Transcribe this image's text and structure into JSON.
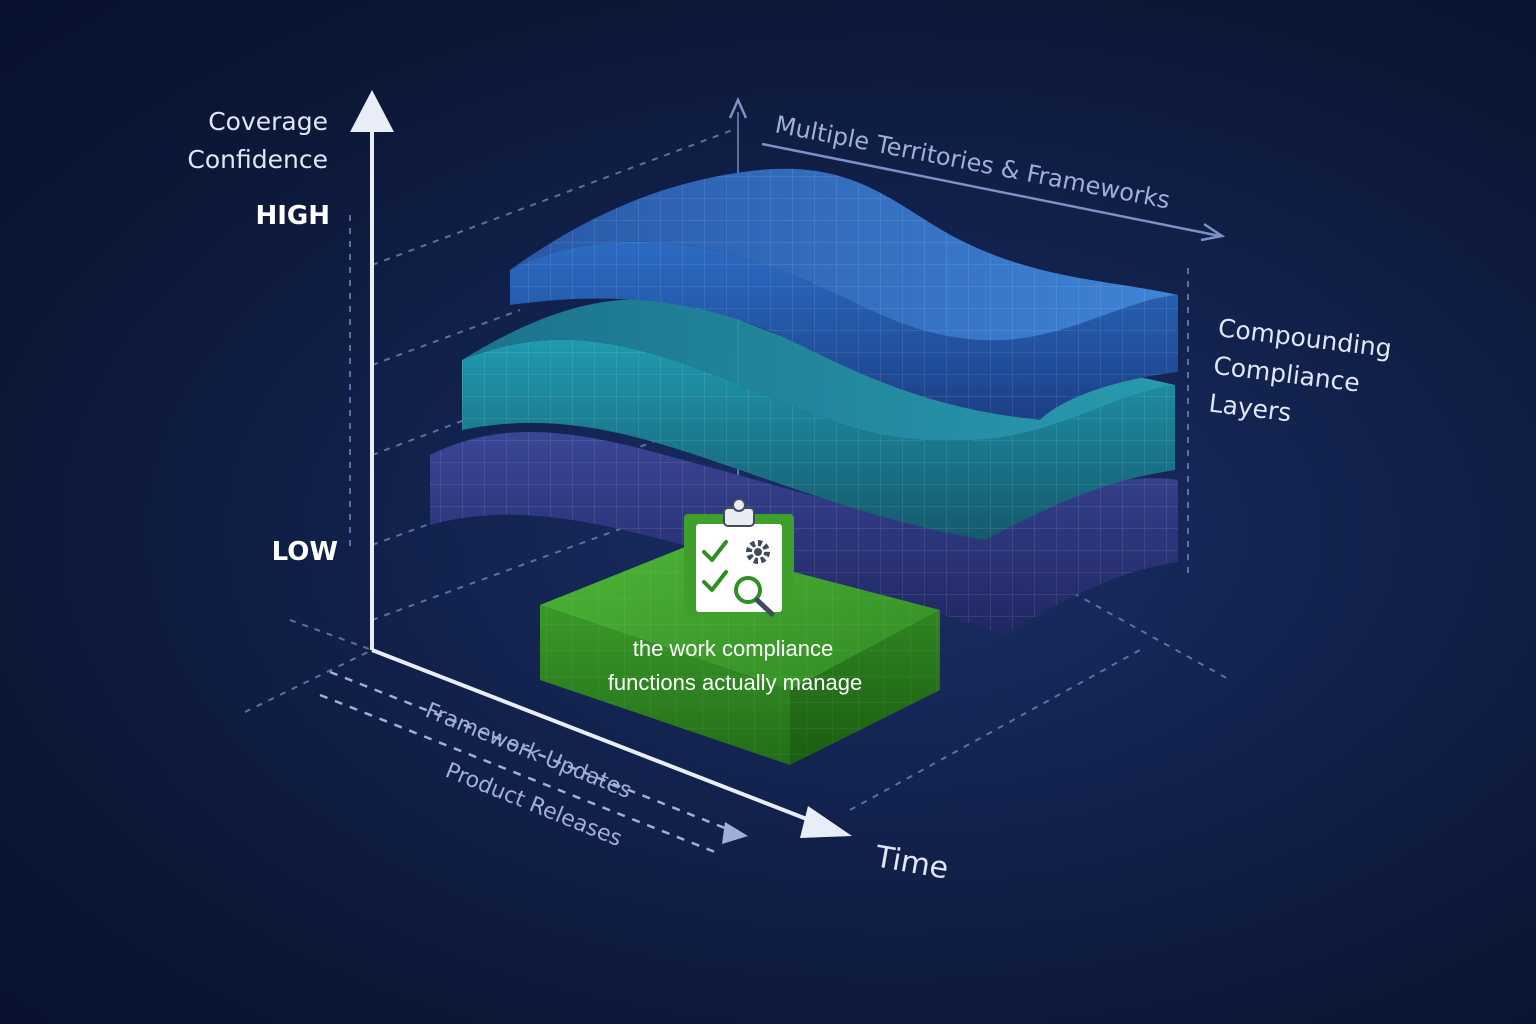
{
  "y_axis": {
    "title_line1": "Coverage",
    "title_line2": "Confidence",
    "high_label": "HIGH",
    "low_label": "LOW"
  },
  "depth_axis": {
    "label": "Multiple Territories & Frameworks"
  },
  "side_label": {
    "line1": "Compounding",
    "line2": "Compliance",
    "line3": "Layers"
  },
  "time_axis": {
    "label": "Time",
    "track1": "Framework Updates",
    "track2": "Product Releases"
  },
  "base_block": {
    "line1": "the work compliance",
    "line2": "functions actually manage",
    "icon": "clipboard-checklist-icon"
  },
  "layers": [
    {
      "name": "top-layer",
      "color": "#2f67c4"
    },
    {
      "name": "middle-layer",
      "color": "#1f8fa6"
    },
    {
      "name": "bottom-layer",
      "color": "#2f3c8e"
    }
  ],
  "colors": {
    "base_green": "#3f9f2b",
    "axis": "#e8edf8",
    "guide": "#6a7bb0"
  }
}
